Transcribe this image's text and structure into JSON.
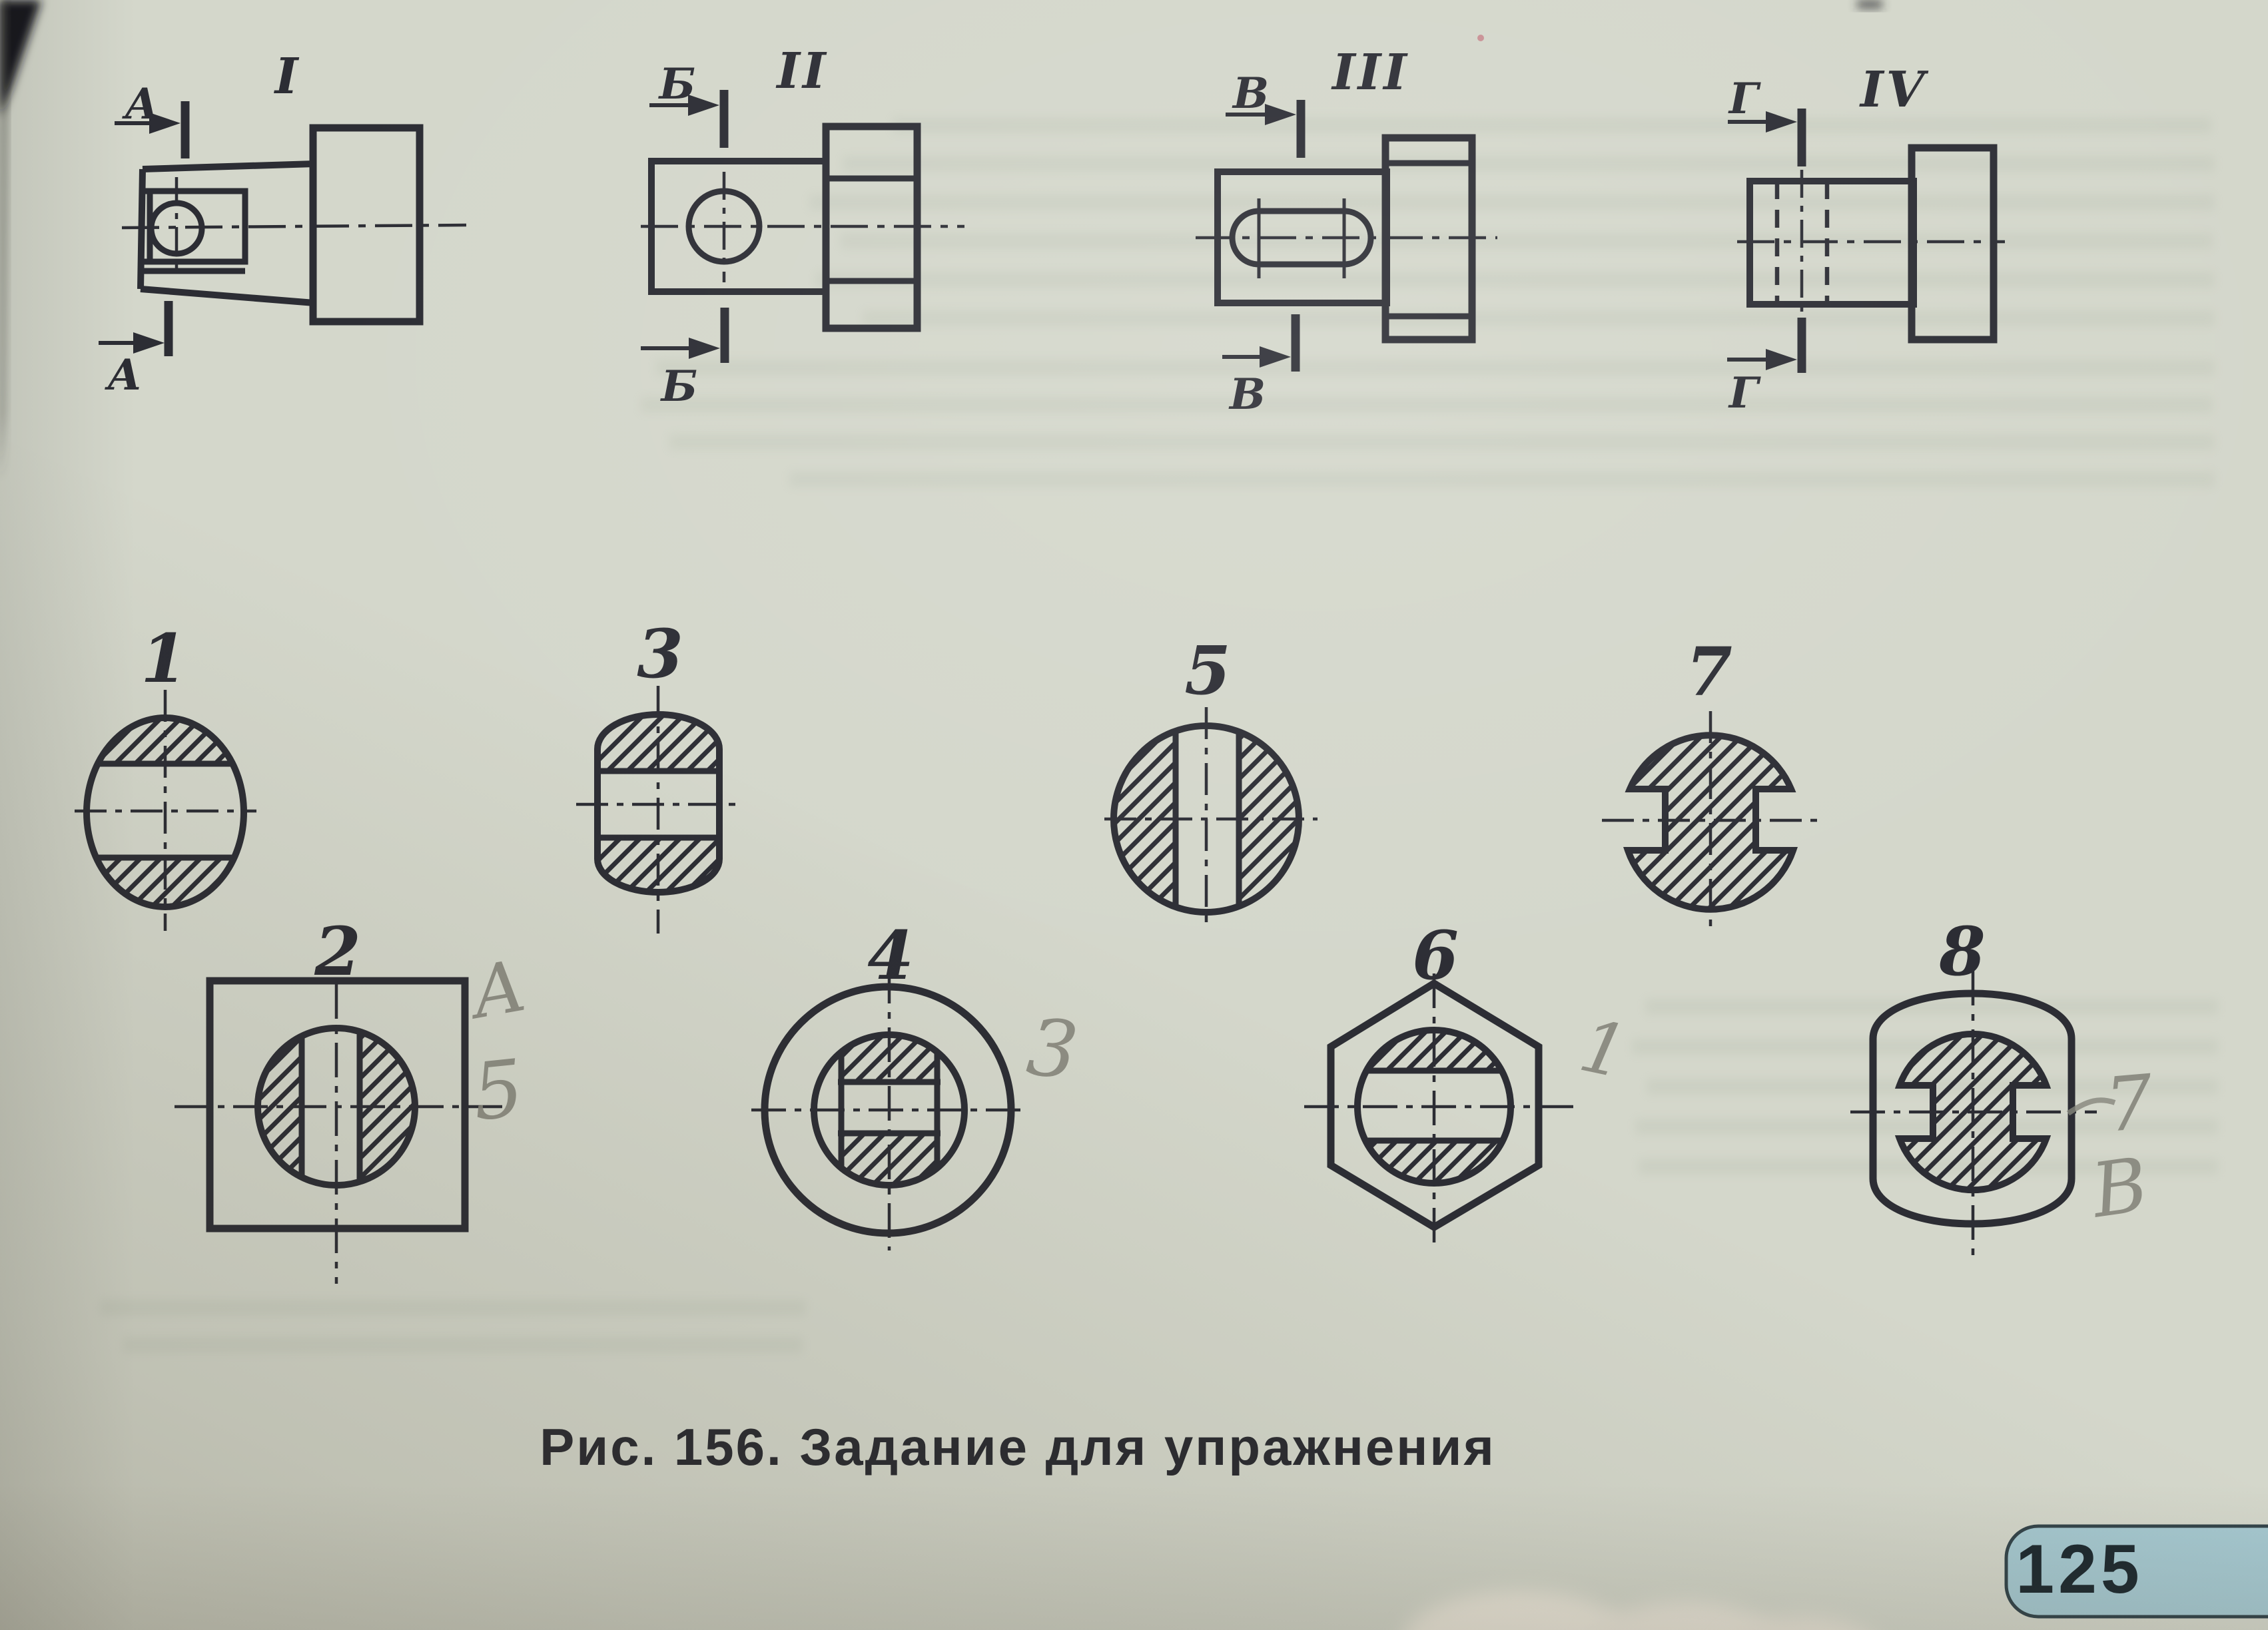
{
  "figure": {
    "caption": "Рис. 156. Задание для упражнения",
    "page_number": "125"
  },
  "drawings": [
    {
      "numeral": "I",
      "section_letter_top": "А",
      "section_letter_bottom": "А"
    },
    {
      "numeral": "II",
      "section_letter_top": "Б",
      "section_letter_bottom": "Б"
    },
    {
      "numeral": "III",
      "section_letter_top": "В",
      "section_letter_bottom": "В"
    },
    {
      "numeral": "IV",
      "section_letter_top": "Г",
      "section_letter_bottom": "Г"
    }
  ],
  "sections": [
    {
      "number": "1"
    },
    {
      "number": "2"
    },
    {
      "number": "3"
    },
    {
      "number": "4"
    },
    {
      "number": "5"
    },
    {
      "number": "6"
    },
    {
      "number": "7"
    },
    {
      "number": "8"
    }
  ],
  "pencil_annotations": [
    {
      "text": "А",
      "near_section": "2"
    },
    {
      "text": "5",
      "near_section": "2"
    },
    {
      "text": "3",
      "near_section": "4"
    },
    {
      "text": "1",
      "near_section": "6"
    },
    {
      "text": "7",
      "near_section": "8"
    },
    {
      "text": "В",
      "near_section": "8"
    }
  ],
  "colors": {
    "paper": "#d4d7cb",
    "ink": "#2c2d34",
    "pencil": "#86867c",
    "badge_fill": "#a6c9d1",
    "badge_border": "#33444a",
    "badge_text": "#1e2a30"
  }
}
